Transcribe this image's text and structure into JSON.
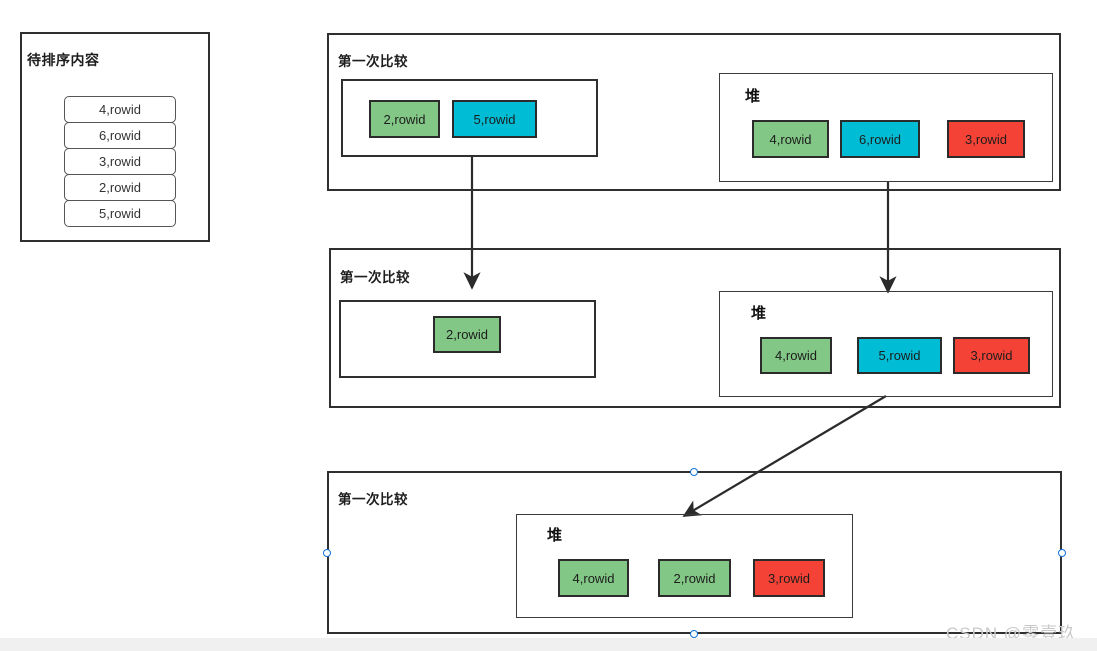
{
  "diagram": {
    "title_watermark": "CSDN @零壹玖",
    "colors": {
      "green": "#82c785",
      "cyan": "#00bcd4",
      "red": "#f44336",
      "stroke": "#2b2b2b",
      "frame": "#2f2f2f",
      "handle": "#1273de",
      "watermark": "#c9c9c9"
    },
    "source_panel": {
      "title": "待排序内容",
      "items": [
        {
          "label": "4,rowid"
        },
        {
          "label": "6,rowid"
        },
        {
          "label": "3,rowid"
        },
        {
          "label": "2,rowid"
        },
        {
          "label": "5,rowid"
        }
      ]
    },
    "stages": [
      {
        "title": "第一次比较",
        "compare_box": {
          "chips": [
            {
              "label": "2,rowid",
              "color": "green"
            },
            {
              "label": "5,rowid",
              "color": "cyan"
            }
          ]
        },
        "heap_box": {
          "title": "堆",
          "chips": [
            {
              "label": "4,rowid",
              "color": "green"
            },
            {
              "label": "6,rowid",
              "color": "cyan"
            },
            {
              "label": "3,rowid",
              "color": "red"
            }
          ]
        }
      },
      {
        "title": "第一次比较",
        "compare_box": {
          "chips": [
            {
              "label": "2,rowid",
              "color": "green"
            }
          ]
        },
        "heap_box": {
          "title": "堆",
          "chips": [
            {
              "label": "4,rowid",
              "color": "green"
            },
            {
              "label": "5,rowid",
              "color": "cyan"
            },
            {
              "label": "3,rowid",
              "color": "red"
            }
          ]
        }
      },
      {
        "title": "第一次比较",
        "compare_box": null,
        "heap_box": {
          "title": "堆",
          "chips": [
            {
              "label": "4,rowid",
              "color": "green"
            },
            {
              "label": "2,rowid",
              "color": "green"
            },
            {
              "label": "3,rowid",
              "color": "red"
            }
          ]
        }
      }
    ]
  }
}
